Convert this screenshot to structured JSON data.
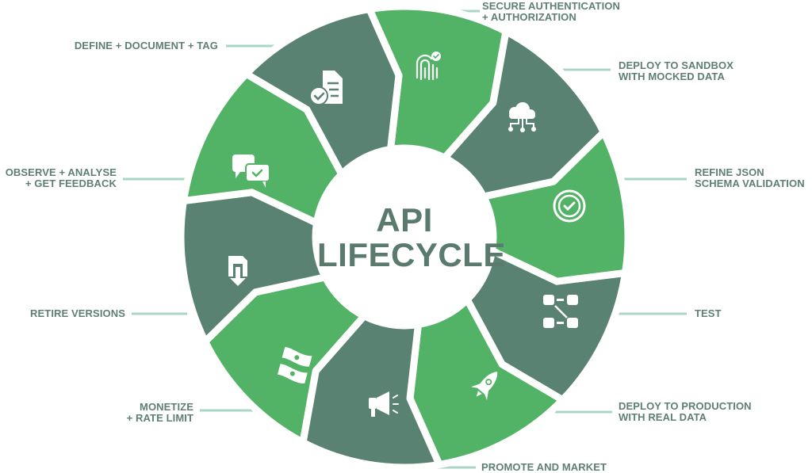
{
  "title": {
    "line1": "API",
    "line2": "LIFECYCLE"
  },
  "colors": {
    "dark": "#5a8272",
    "green": "#52b266",
    "text": "#5f7f73",
    "leader": "#a9d6c5"
  },
  "segments": [
    {
      "lines": [
        "SECURE AUTHENTICATION",
        "+ AUTHORIZATION"
      ],
      "tone": "green",
      "icon": "fingerprint-check-icon"
    },
    {
      "lines": [
        "DEPLOY TO SANDBOX",
        "WITH MOCKED DATA"
      ],
      "tone": "dark",
      "icon": "cloud-network-icon"
    },
    {
      "lines": [
        "REFINE JSON",
        "SCHEMA VALIDATION"
      ],
      "tone": "green",
      "icon": "check-circle-icon"
    },
    {
      "lines": [
        "TEST"
      ],
      "tone": "dark",
      "icon": "checklist-test-icon"
    },
    {
      "lines": [
        "DEPLOY TO PRODUCTION",
        "WITH REAL DATA"
      ],
      "tone": "green",
      "icon": "rocket-icon"
    },
    {
      "lines": [
        "PROMOTE AND MARKET"
      ],
      "tone": "dark",
      "icon": "megaphone-icon"
    },
    {
      "lines": [
        "MONETIZE",
        "+ RATE LIMIT"
      ],
      "tone": "green",
      "icon": "money-icon"
    },
    {
      "lines": [
        "RETIRE VERSIONS"
      ],
      "tone": "dark",
      "icon": "file-download-icon"
    },
    {
      "lines": [
        "OBSERVE + ANALYSE",
        "+ GET FEEDBACK"
      ],
      "tone": "green",
      "icon": "chat-bubbles-icon"
    },
    {
      "lines": [
        "DEFINE + DOCUMENT + TAG"
      ],
      "tone": "dark",
      "icon": "document-check-icon"
    }
  ]
}
